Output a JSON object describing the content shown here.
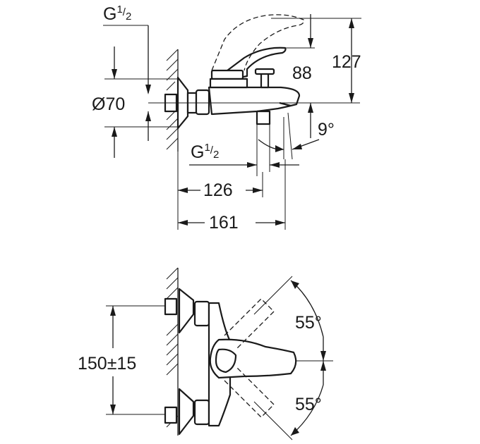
{
  "side_view": {
    "thread_top": {
      "base": "G",
      "num": "1",
      "den": "2"
    },
    "thread_outlet": {
      "base": "G",
      "num": "1",
      "den": "2"
    },
    "rosette_diameter": "Ø70",
    "height_total": "127",
    "height_spout": "88",
    "spout_angle": "9°",
    "depth_outlet": "126",
    "depth_total": "161"
  },
  "front_view": {
    "center_distance": "150±15",
    "lever_angle_up": "55°",
    "lever_angle_down": "55°"
  }
}
